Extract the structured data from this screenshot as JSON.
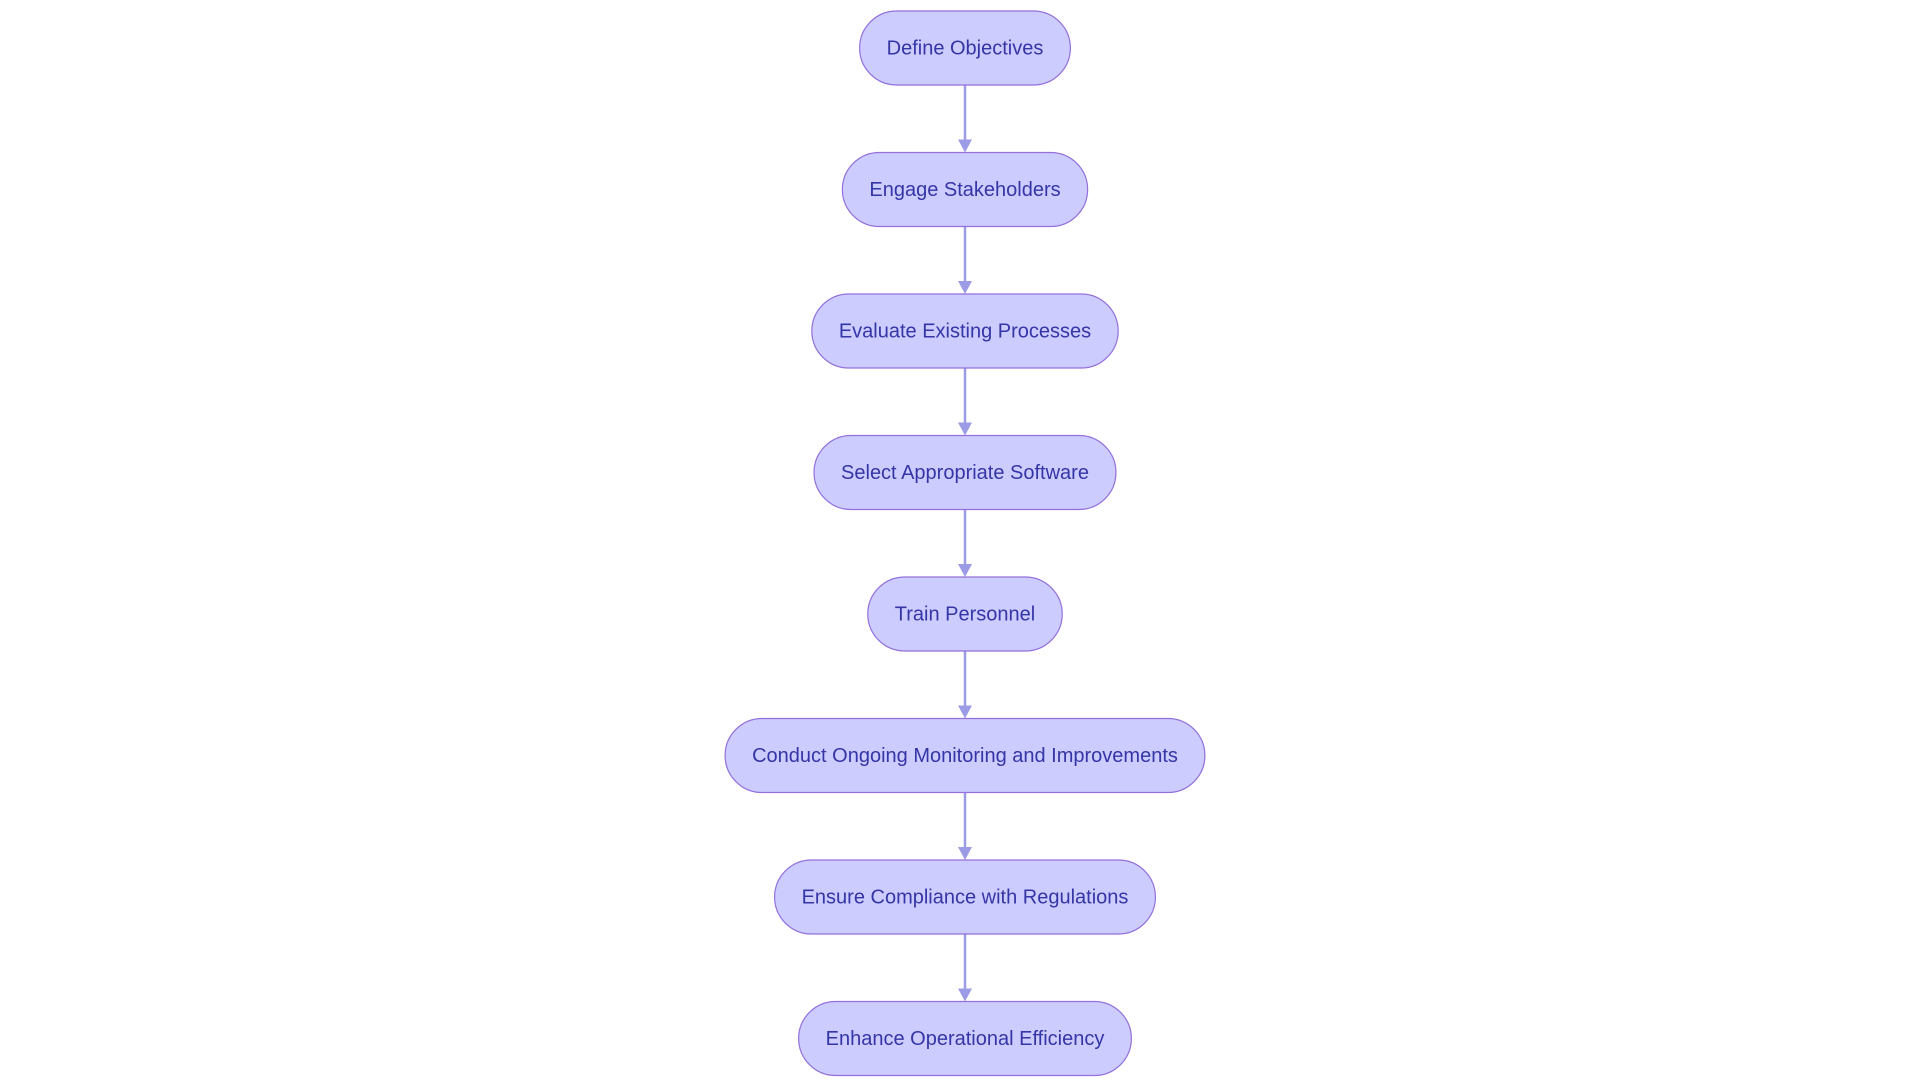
{
  "diagram": {
    "type": "flowchart",
    "direction": "top-to-bottom",
    "colors": {
      "node_fill": "#CCCCFF",
      "node_stroke": "#9370DB",
      "node_text": "#3535A6",
      "edge": "#9C9CE6",
      "background": "#FFFFFF"
    },
    "nodes": [
      {
        "id": "n1",
        "label": "Define Objectives"
      },
      {
        "id": "n2",
        "label": "Engage Stakeholders"
      },
      {
        "id": "n3",
        "label": "Evaluate Existing Processes"
      },
      {
        "id": "n4",
        "label": "Select Appropriate Software"
      },
      {
        "id": "n5",
        "label": "Train Personnel"
      },
      {
        "id": "n6",
        "label": "Conduct Ongoing Monitoring and Improvements"
      },
      {
        "id": "n7",
        "label": "Ensure Compliance with Regulations"
      },
      {
        "id": "n8",
        "label": "Enhance Operational Efficiency"
      }
    ],
    "edges": [
      {
        "from": "n1",
        "to": "n2"
      },
      {
        "from": "n2",
        "to": "n3"
      },
      {
        "from": "n3",
        "to": "n4"
      },
      {
        "from": "n4",
        "to": "n5"
      },
      {
        "from": "n5",
        "to": "n6"
      },
      {
        "from": "n6",
        "to": "n7"
      },
      {
        "from": "n7",
        "to": "n8"
      }
    ]
  }
}
